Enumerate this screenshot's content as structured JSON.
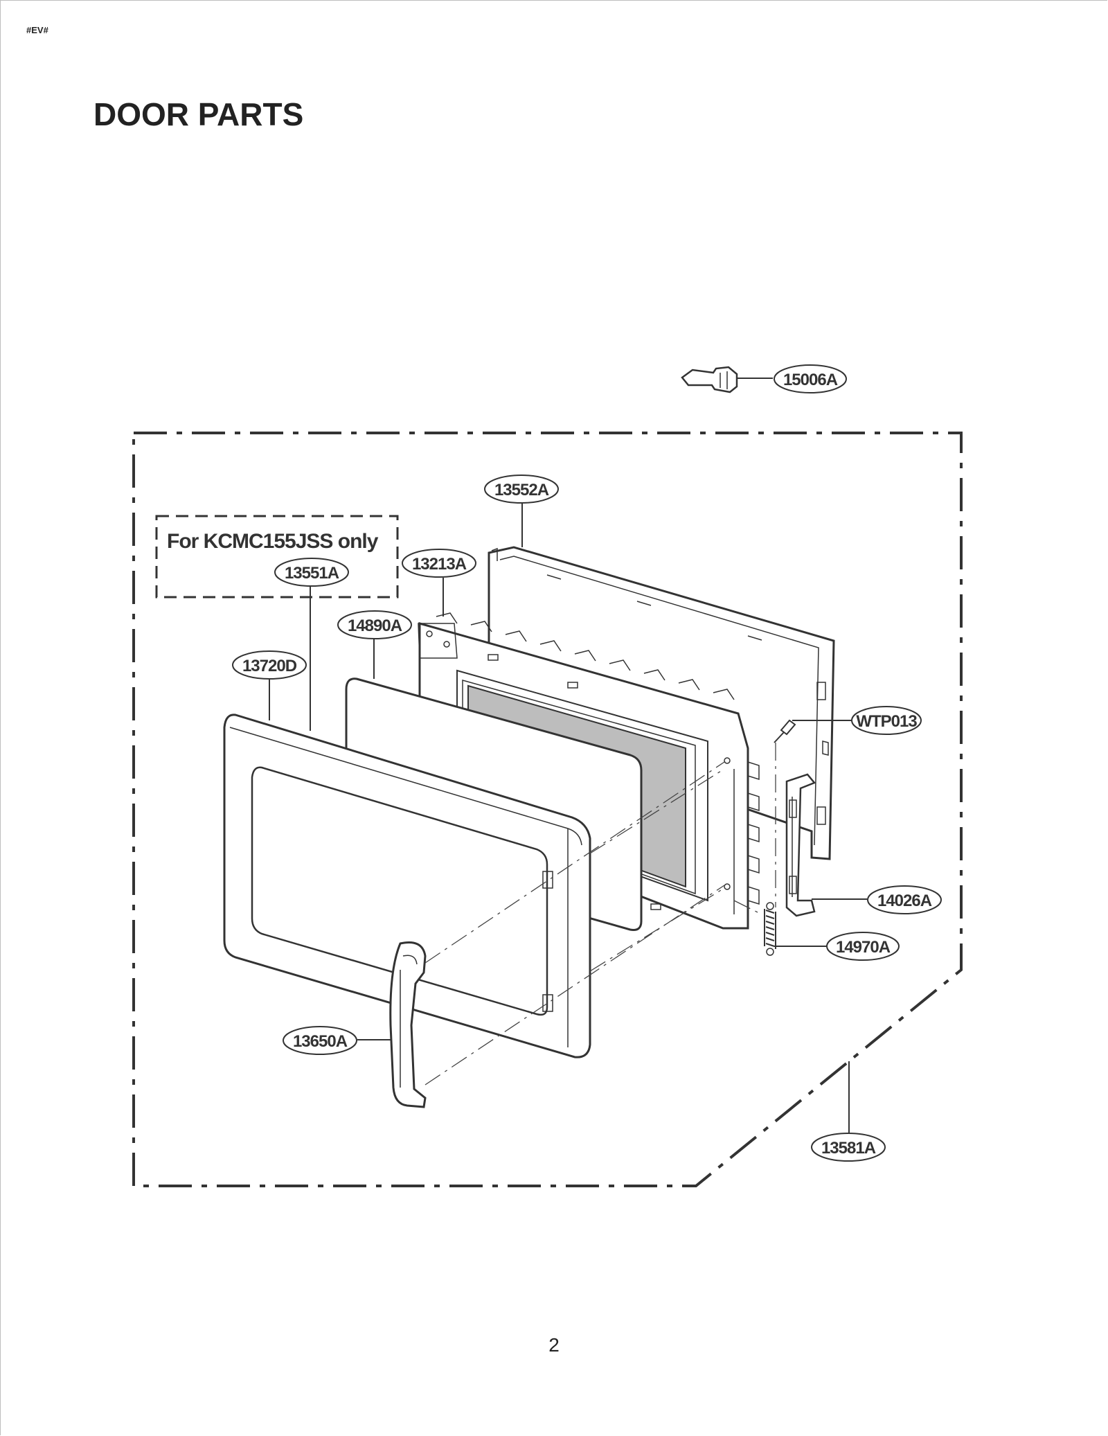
{
  "header": {
    "tag": "#EV#"
  },
  "page_title": "DOOR PARTS",
  "note": {
    "text": "For KCMC155JSS only"
  },
  "callouts": {
    "p15006A": "15006A",
    "p13552A": "13552A",
    "p13213A": "13213A",
    "p13551A": "13551A",
    "p14890A": "14890A",
    "p13720D": "13720D",
    "pWTP013": "WTP013",
    "p14026A": "14026A",
    "p14970A": "14970A",
    "p13650A": "13650A",
    "p13581A": "13581A"
  },
  "footer": {
    "page_number": "2"
  }
}
